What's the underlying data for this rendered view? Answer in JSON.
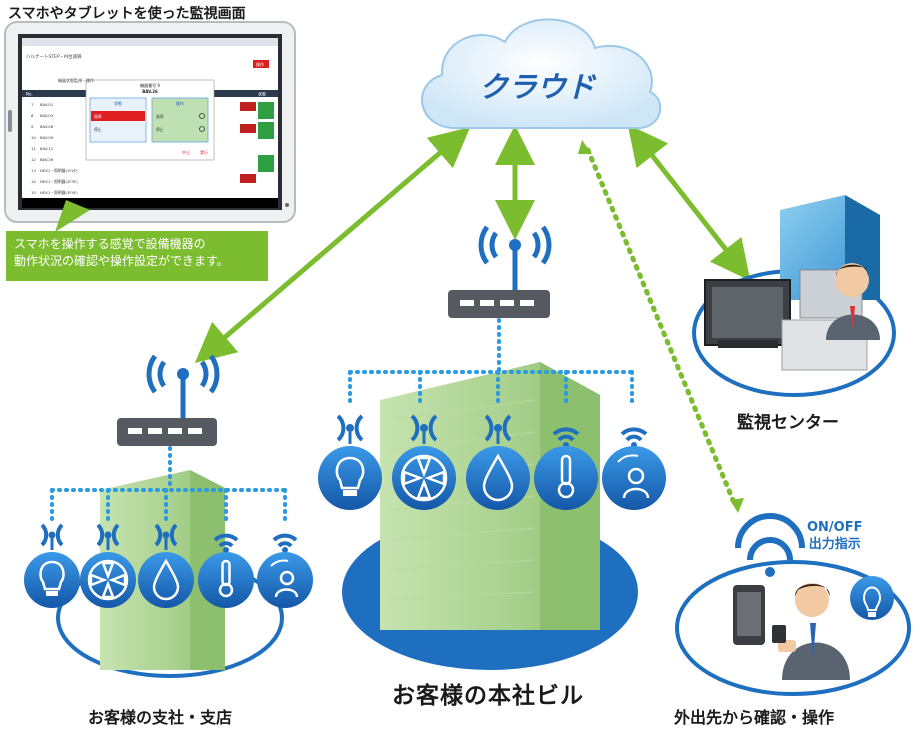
{
  "tablet": {
    "title": "スマホやタブレットを使った監視画面",
    "caption_line1": "スマホを操作する感覚で設備機器の",
    "caption_line2": "動作状況の確認や操作設定ができます。",
    "screen": {
      "app_title": "ハルゲートSTEP・M台遠隔",
      "header_button": "操作",
      "subheader": "機器状態監視・操作",
      "column_no": "No.",
      "column_status": "状態",
      "rows": [
        {
          "no": "7",
          "name": "BAV.01"
        },
        {
          "no": "8",
          "name": "BAV.03"
        },
        {
          "no": "9",
          "name": "BAV.06"
        },
        {
          "no": "10",
          "name": "BAV.09"
        },
        {
          "no": "11",
          "name": "BAV.12"
        },
        {
          "no": "12",
          "name": "BAV.26"
        },
        {
          "no": "13",
          "name": "HEX1・照明器(1F2F)"
        },
        {
          "no": "14",
          "name": "HEX1・照明器(2F3F)"
        },
        {
          "no": "15",
          "name": "HEX1・照明器(3F4F)"
        }
      ],
      "dialog": {
        "title": "機器番号 9",
        "subtitle": "BAV.26",
        "col_status": "状態",
        "col_operation": "操作",
        "status_on": "発停",
        "status_off": "停止",
        "op_on": "発停",
        "op_off": "停止",
        "cancel": "中止",
        "ok": "実行"
      }
    }
  },
  "cloud": {
    "label": "クラウド"
  },
  "labels": {
    "hq": "お客様の本社ビル",
    "branch": "お客様の支社・支店",
    "remote": "外出先から確認・操作",
    "center": "監視センター",
    "onoff": "ON/OFF\n出力指示"
  },
  "colors": {
    "green_arrow": "#7cbd2f",
    "blue": "#1f6fc0",
    "dot_blue": "#2a9be0",
    "building": "#a9d18e"
  }
}
